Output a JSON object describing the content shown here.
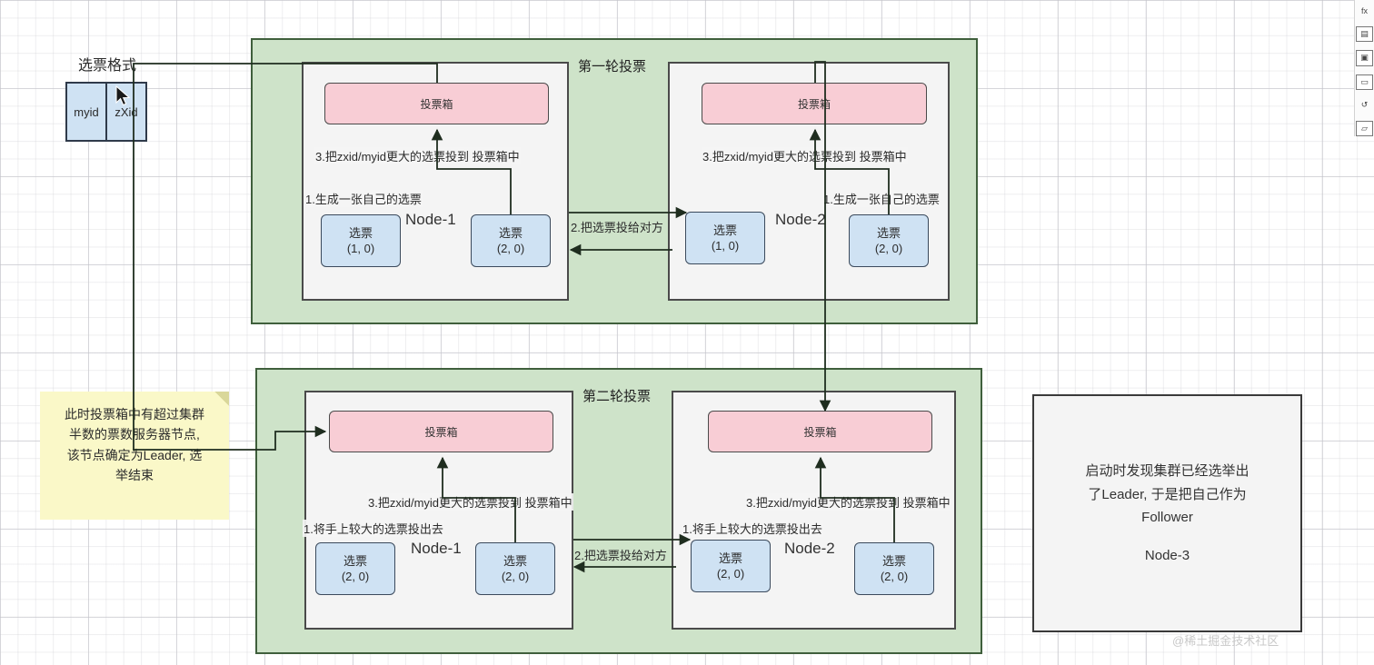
{
  "legend": {
    "title": "选票格式",
    "cells": [
      {
        "label": "myid"
      },
      {
        "label": "zXid"
      }
    ]
  },
  "rounds": [
    {
      "title": "第一轮投票",
      "nodes": [
        {
          "name": "Node-1",
          "ballot_box": "投票箱",
          "annotation_step1": "1.生成一张自己的选票",
          "annotation_step3": "3.把zxid/myid更大的选票投到 投票箱中",
          "votes": [
            {
              "title": "选票",
              "value": "(1, 0)"
            },
            {
              "title": "选票",
              "value": "(2, 0)"
            }
          ]
        },
        {
          "name": "Node-2",
          "ballot_box": "投票箱",
          "annotation_step1": "1.生成一张自己的选票",
          "annotation_step3": "3.把zxid/myid更大的选票投到 投票箱中",
          "votes": [
            {
              "title": "选票",
              "value": "(1, 0)"
            },
            {
              "title": "选票",
              "value": "(2, 0)"
            }
          ]
        }
      ],
      "exchange_label": "2.把选票投给对方"
    },
    {
      "title": "第二轮投票",
      "nodes": [
        {
          "name": "Node-1",
          "ballot_box": "投票箱",
          "annotation_step1": "1.将手上较大的选票投出去",
          "annotation_step3": "3.把zxid/myid更大的选票投到 投票箱中",
          "votes": [
            {
              "title": "选票",
              "value": "(2, 0)"
            },
            {
              "title": "选票",
              "value": "(2, 0)"
            }
          ]
        },
        {
          "name": "Node-2",
          "ballot_box": "投票箱",
          "annotation_step1": "1.将手上较大的选票投出去",
          "annotation_step3": "3.把zxid/myid更大的选票投到 投票箱中",
          "votes": [
            {
              "title": "选票",
              "value": "(2, 0)"
            },
            {
              "title": "选票",
              "value": "(2, 0)"
            }
          ]
        }
      ],
      "exchange_label": "2.把选票投给对方"
    }
  ],
  "sticky_note": {
    "lines": [
      "此时投票箱中有超过集群",
      "半数的票数服务器节点,",
      "该节点确定为Leader, 选",
      "举结束"
    ]
  },
  "node3": {
    "description_lines": [
      "启动时发现集群已经选举出",
      "了Leader, 于是把自己作为",
      "Follower"
    ],
    "name": "Node-3"
  },
  "watermark": "@稀土掘金技术社区",
  "toolbar": {
    "buttons": [
      {
        "name": "format-panel-icon",
        "glyph": "fx"
      },
      {
        "name": "save-icon",
        "glyph": "▤"
      },
      {
        "name": "image-icon",
        "glyph": "▣"
      },
      {
        "name": "shape-icon",
        "glyph": "▭"
      },
      {
        "name": "undo-icon",
        "glyph": "↺"
      },
      {
        "name": "comment-icon",
        "glyph": "▱"
      }
    ]
  },
  "colors": {
    "round_fill": "#cee3c9",
    "round_stroke": "#3f5f3c",
    "node_fill": "#f4f4f4",
    "node_stroke": "#4a4a4a",
    "ballot_fill": "#f8cdd5",
    "vote_fill": "#cfe2f3",
    "sticky_fill": "#faf8c8",
    "arrow_stroke": "#1f2d1f"
  }
}
